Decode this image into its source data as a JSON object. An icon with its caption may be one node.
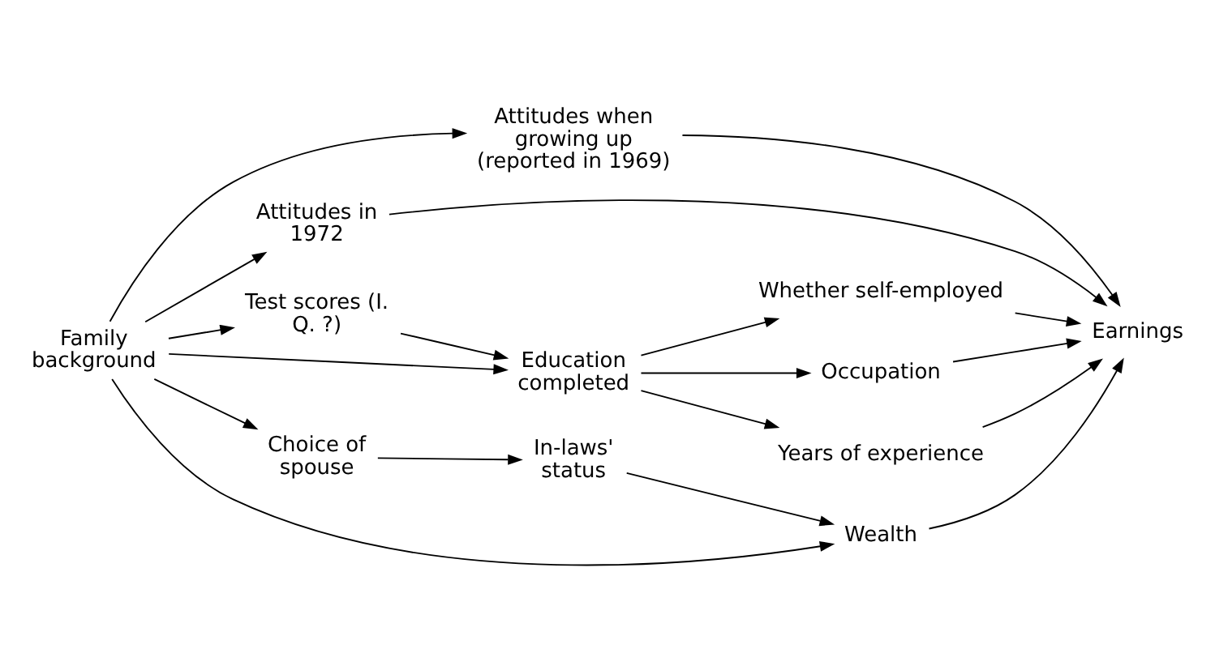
{
  "diagram": {
    "nodes": [
      {
        "text": [
          "Family background"
        ]
      },
      {
        "text": [
          "Attitudes when growing up (reported in 1969)"
        ]
      },
      {
        "text": [
          "Attitudes in 1972"
        ]
      },
      {
        "text": [
          "Test scores (I. Q. ?)"
        ]
      },
      {
        "text": [
          "Education completed"
        ]
      },
      {
        "text": [
          "Whether self-employed"
        ]
      },
      {
        "text": [
          "Occupation"
        ]
      },
      {
        "text": [
          "Years of experience"
        ]
      },
      {
        "text": [
          "Earnings"
        ]
      },
      {
        "text": [
          "Choice of spouse"
        ]
      },
      {
        "text": [
          "In-laws' status"
        ]
      },
      {
        "text": [
          "Wealth"
        ]
      }
    ],
    "edges": [
      {
        "from": 0,
        "to": 2,
        "arrow": "to"
      },
      {
        "from": 0,
        "to": 1,
        "arrow": "to"
      },
      {
        "from": 0,
        "to": 3,
        "arrow": "to"
      },
      {
        "from": 0,
        "to": 4,
        "arrow": "to"
      },
      {
        "from": 0,
        "to": 9,
        "arrow": "to"
      },
      {
        "from": 0,
        "to": 11,
        "arrow": "to"
      },
      {
        "from": 3,
        "to": 4,
        "arrow": "to"
      },
      {
        "from": 4,
        "to": 5,
        "arrow": "to"
      },
      {
        "from": 4,
        "to": 6,
        "arrow": "to"
      },
      {
        "from": 4,
        "to": 7,
        "arrow": "to"
      },
      {
        "from": 9,
        "to": 10,
        "arrow": "to"
      },
      {
        "from": 10,
        "to": 11,
        "arrow": "to"
      },
      {
        "from": 1,
        "to": 8,
        "arrow": "to"
      },
      {
        "from": 2,
        "to": 8,
        "arrow": "to"
      },
      {
        "from": 5,
        "to": 8,
        "arrow": "to"
      },
      {
        "from": 6,
        "to": 8,
        "arrow": "to"
      },
      {
        "from": 7,
        "to": 8,
        "arrow": "to"
      },
      {
        "from": 11,
        "to": 8,
        "arrow": "to"
      }
    ]
  }
}
